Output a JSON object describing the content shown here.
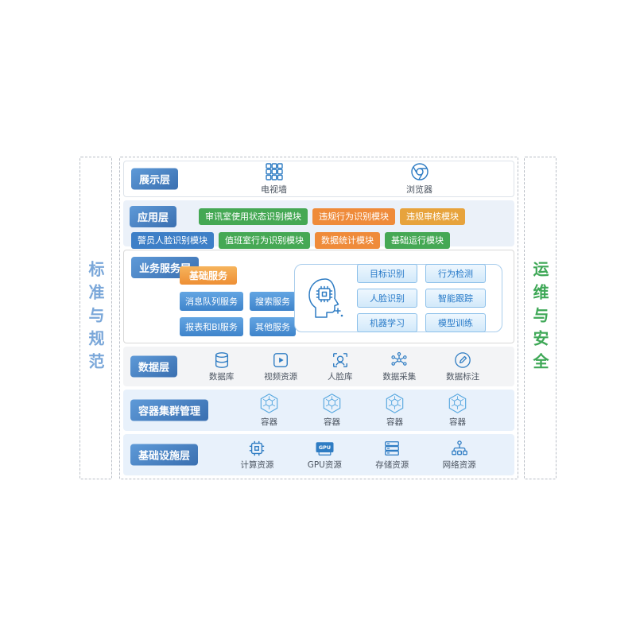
{
  "colors": {
    "green": "#45a854",
    "orange": "#ef8b3a",
    "gold": "#e7a33c",
    "blue": "#3d7fc7"
  },
  "side_left": {
    "label": "标准与规范"
  },
  "side_right": {
    "label": "运维与安全"
  },
  "presentation": {
    "label": "展示层",
    "items": [
      {
        "label": "电视墙",
        "icon": "tv-wall-icon"
      },
      {
        "label": "浏览器",
        "icon": "browser-icon"
      }
    ]
  },
  "application": {
    "label": "应用层",
    "row1": [
      {
        "label": "审讯室使用状态识别模块",
        "color": "green"
      },
      {
        "label": "违规行为识别模块",
        "color": "orange"
      },
      {
        "label": "违规审核模块",
        "color": "gold"
      }
    ],
    "row2": [
      {
        "label": "警员人脸识别模块",
        "color": "blue"
      },
      {
        "label": "值班室行为识别模块",
        "color": "green"
      },
      {
        "label": "数据统计模块",
        "color": "orange"
      },
      {
        "label": "基础运行模块",
        "color": "green"
      }
    ]
  },
  "business": {
    "label": "业务服务层",
    "basic_title": "基础服务",
    "services": [
      "消息队列服务",
      "搜索服务",
      "报表和BI服务",
      "其他服务"
    ],
    "ai_icon": "ai-head-icon",
    "ai": [
      "目标识别",
      "行为检测",
      "人脸识别",
      "智能跟踪",
      "机器学习",
      "模型训练"
    ]
  },
  "data_layer": {
    "label": "数据层",
    "items": [
      {
        "label": "数据库",
        "icon": "database-icon"
      },
      {
        "label": "视频资源",
        "icon": "video-icon"
      },
      {
        "label": "人脸库",
        "icon": "face-library-icon"
      },
      {
        "label": "数据采集",
        "icon": "data-collection-icon"
      },
      {
        "label": "数据标注",
        "icon": "data-annotation-icon"
      }
    ]
  },
  "container_layer": {
    "label": "容器集群管理",
    "items": [
      {
        "label": "容器",
        "icon": "container-hexagon-icon"
      },
      {
        "label": "容器",
        "icon": "container-hexagon-icon"
      },
      {
        "label": "容器",
        "icon": "container-hexagon-icon"
      },
      {
        "label": "容器",
        "icon": "container-hexagon-icon"
      }
    ]
  },
  "infrastructure": {
    "label": "基础设施层",
    "gpu_text": "GPU",
    "items": [
      {
        "label": "计算资源",
        "icon": "cpu-icon"
      },
      {
        "label": "GPU资源",
        "icon": "gpu-icon"
      },
      {
        "label": "存储资源",
        "icon": "storage-icon"
      },
      {
        "label": "网络资源",
        "icon": "network-icon"
      }
    ]
  }
}
